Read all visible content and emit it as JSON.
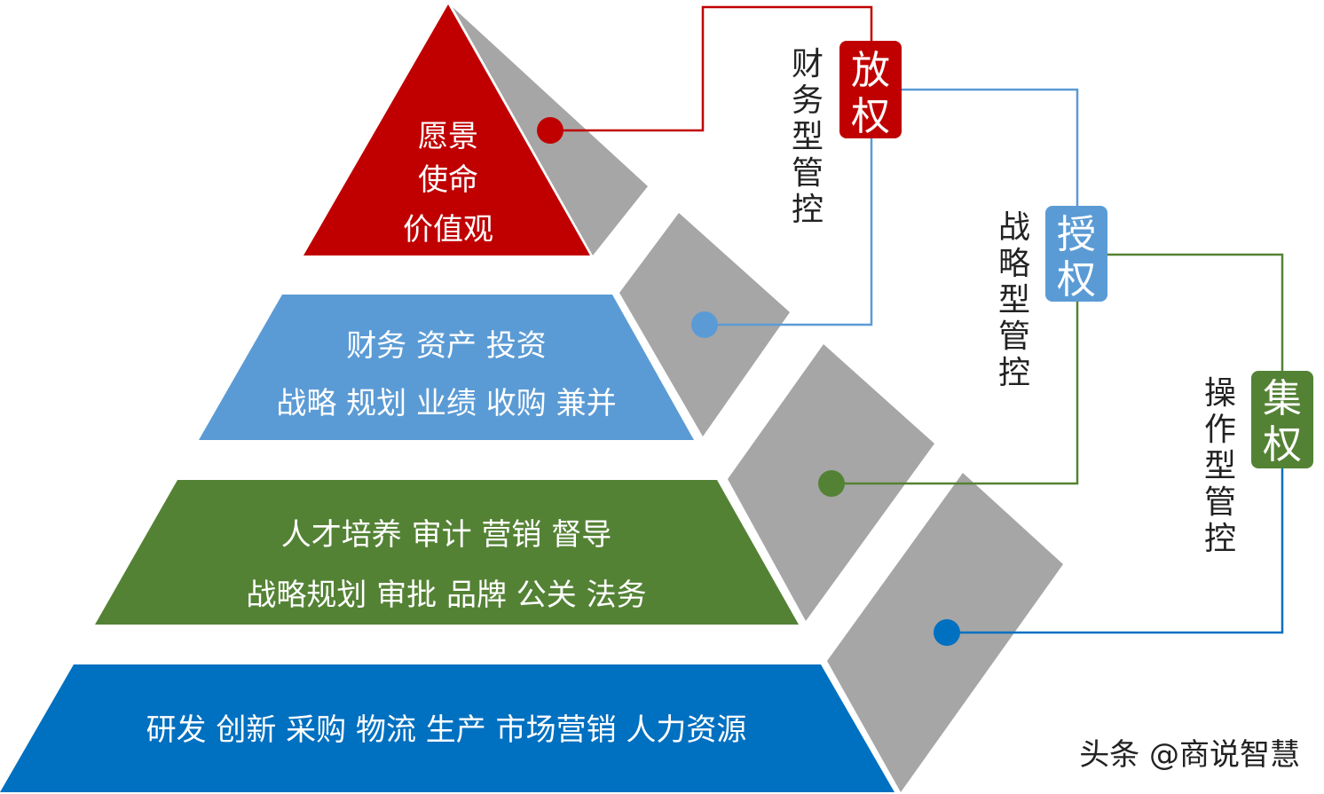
{
  "colors": {
    "red": "#C00000",
    "light_blue": "#5B9BD5",
    "green": "#548235",
    "blue": "#0070C0",
    "gray": "#A6A6A6",
    "text_dark": "#222222",
    "white": "#FFFFFF"
  },
  "pyramid": {
    "tier1": {
      "lines": [
        "愿景",
        "使命",
        "价值观"
      ]
    },
    "tier2": {
      "lines": [
        "财务 资产 投资",
        "战略 规划 业绩 收购 兼并"
      ]
    },
    "tier3": {
      "lines": [
        "人才培养 审计 营销 督导",
        "战略规划 审批 品牌 公关 法务"
      ]
    },
    "tier4": {
      "lines": [
        "研发 创新 采购 物流 生产 市场营销 人力资源"
      ]
    }
  },
  "badges": {
    "fangquan": "放权",
    "shouquan": "授权",
    "jiquan": "集权"
  },
  "control_types": {
    "financial": "财务型管控",
    "strategic": "战略型管控",
    "operational": "操作型管控"
  },
  "watermark": "头条 @商说智慧"
}
